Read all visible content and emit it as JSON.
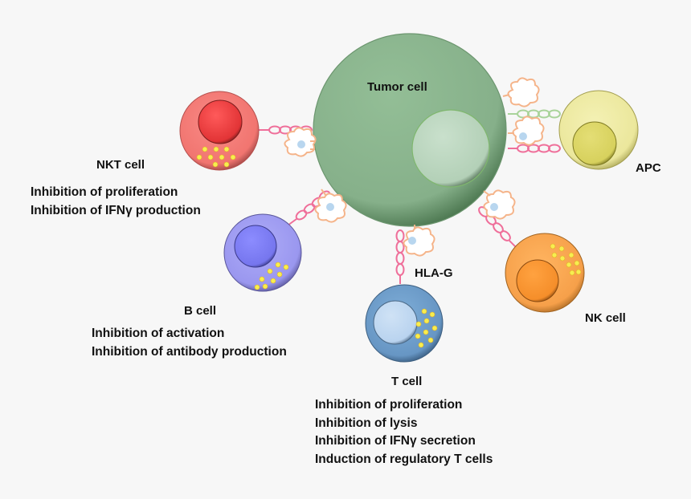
{
  "tumor": {
    "label": "Tumor cell",
    "color": "#8db891"
  },
  "hla_label": "HLA-G",
  "cells": {
    "nkt": {
      "label": "NKT cell",
      "effects": [
        "Inhibition of proliferation",
        "Inhibition of IFNγ production"
      ],
      "color": "#f2726f"
    },
    "b": {
      "label": "B cell",
      "effects": [
        "Inhibition of activation",
        "Inhibition of antibody production"
      ],
      "color": "#9b98f0"
    },
    "t": {
      "label": "T cell",
      "effects": [
        "Inhibition of proliferation",
        "Inhibition of lysis",
        "Inhibition of IFNγ secretion",
        "Induction of regulatory T cells"
      ],
      "color": "#6a9bc9"
    },
    "nk": {
      "label": "NK cell",
      "effects": [],
      "color": "#f6a04a"
    },
    "apc": {
      "label": "APC",
      "effects": [],
      "color": "#ece89e"
    }
  },
  "colors": {
    "receptor": "#ef6f9a",
    "hla_outline": "#f5b48a",
    "apc_receptor": "#a9d39a",
    "b2m": "#b8d6ef",
    "granule": "#f7ee4f"
  }
}
